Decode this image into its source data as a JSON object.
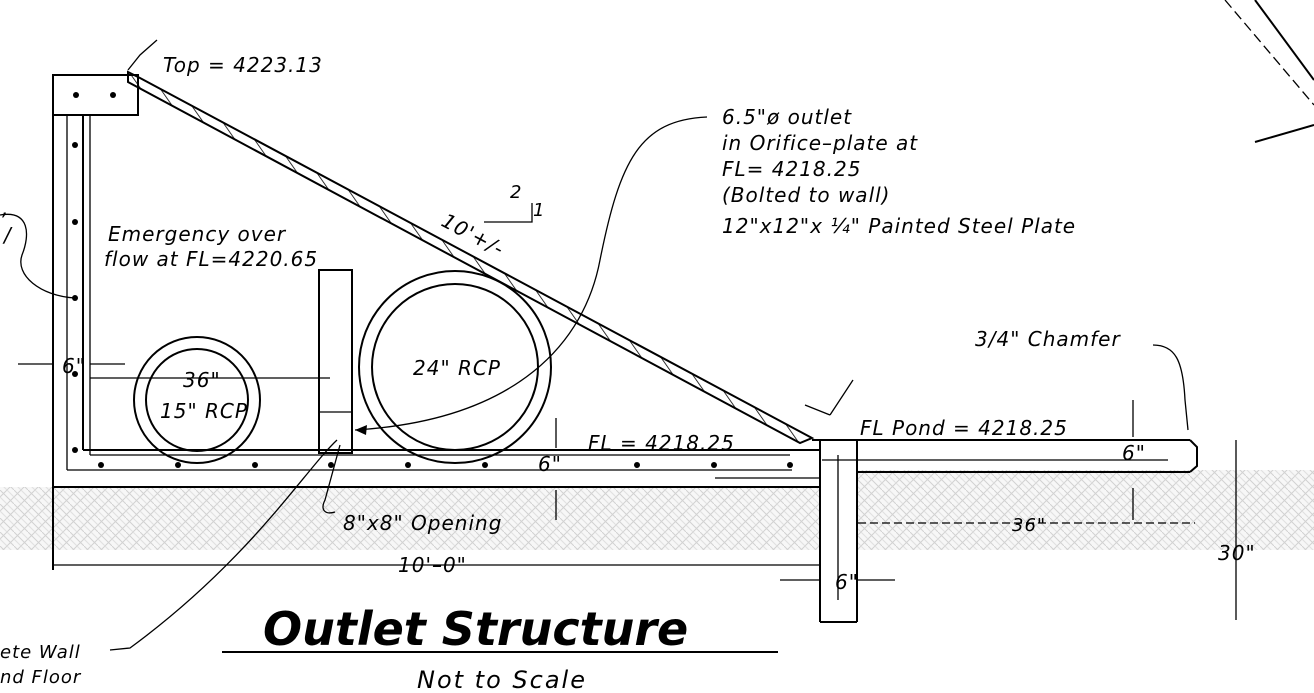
{
  "drawing": {
    "title": "Outlet Structure",
    "subtitle": "Not to Scale"
  },
  "labels": {
    "top_elev": "Top = 4223.13",
    "outlet_line1": "6.5\"ø outlet",
    "outlet_line2": "in Orifice–plate at",
    "outlet_line3": "FL= 4218.25",
    "outlet_line4": "(Bolted to wall)",
    "outlet_line5": "12\"x12\"x ¼\" Painted Steel Plate",
    "slope_run": "2",
    "slope_rise": "1",
    "slope_length": "10'+/-",
    "emergency_line1": "Emergency over",
    "emergency_line2": "flow at FL=4220.65",
    "chamfer": "3/4\" Chamfer",
    "pipe_large": "24\" RCP",
    "pipe_small": "15\" RCP",
    "dim_36_left": "36\"",
    "dim_6_wall": "6\"",
    "fl_floor": "FL = 4218.25",
    "dim_6_floor": "6\"",
    "fl_pond": "FL Pond = 4218.25",
    "dim_6_pond": "6\"",
    "opening": "8\"x8\" Opening",
    "dim_36_right": "36\"",
    "dim_30": "30\"",
    "dim_10ft": "10'–0\"",
    "dim_6_cutoff": "6\"",
    "concrete_line1": "ete Wall",
    "concrete_line2": "nd Floor",
    "edge_mark1": ",",
    "edge_mark2": "/"
  }
}
